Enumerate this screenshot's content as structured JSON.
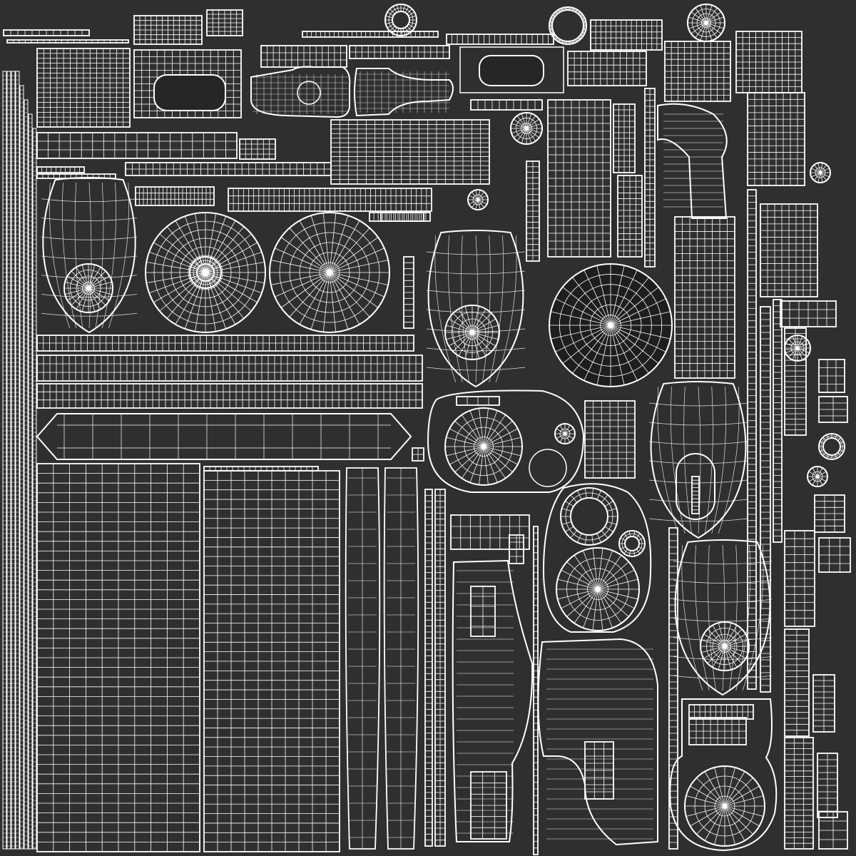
{
  "canvas": {
    "background": "#2f2f2f",
    "wire_color": "#ffffff",
    "dark_fill": "#262626"
  },
  "islands": [
    "left-edge-strips",
    "top-left-bars",
    "top-wide-grid",
    "top-rounded-rect-panel",
    "bottle-shape-left",
    "bottle-shape-right",
    "top-small-tiles",
    "top-right-ring-small",
    "top-right-ring-large",
    "top-right-rect-grid",
    "curved-panel-top-right",
    "oval-shell-left",
    "radial-disc-center-left",
    "radial-disc-center",
    "oval-shell-center",
    "dark-radial-disc",
    "horizontal-strip-stack",
    "long-hexagon-panel",
    "large-grid-panel-left",
    "large-grid-panel-center",
    "tall-vertical-strips",
    "control-panel-oval",
    "oval-shell-right",
    "oval-shell-bottom-right",
    "bottom-right-shell",
    "curved-elbow-bottom",
    "ring-with-disc",
    "small-parts-column"
  ]
}
